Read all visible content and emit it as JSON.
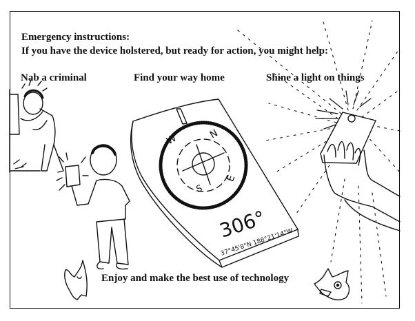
{
  "header": {
    "title": "Emergency instructions:",
    "subtitle": "If you have the device holstered, but ready for action, you might help:"
  },
  "captions": [
    {
      "label": "Nab a criminal"
    },
    {
      "label": "Find your way home"
    },
    {
      "label": "Shine a light on things"
    }
  ],
  "compass": {
    "cardinals": [
      "W",
      "N",
      "E",
      "S"
    ],
    "heading": "306°",
    "coordinates": "37°45'8\"N 188°21'14\"W"
  },
  "footer": {
    "tagline": "Enjoy and make the best use of technology"
  },
  "colors": {
    "ink": "#111111",
    "paper": "#ffffff"
  }
}
